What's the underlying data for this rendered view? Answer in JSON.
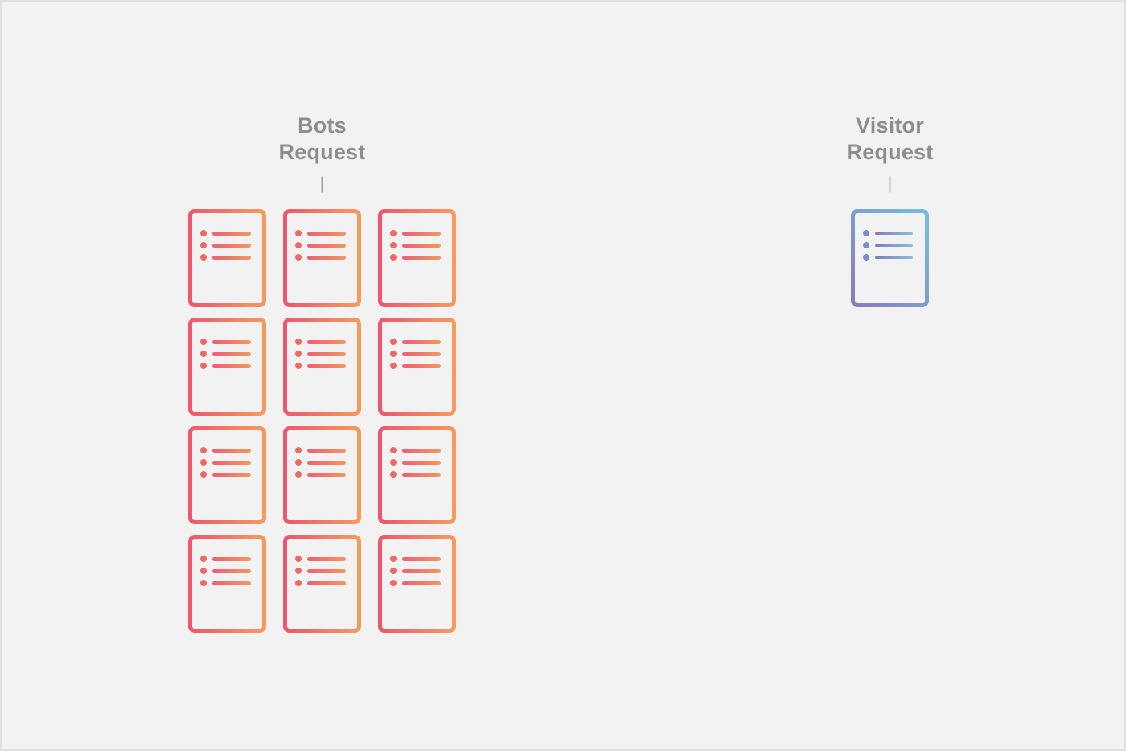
{
  "page": {
    "background": "#f2f2f2",
    "frame_border": "#e0e0e0",
    "title_color": "#8d8d8d",
    "connector_color": "#9a9a9a"
  },
  "bots_section": {
    "title_line1": "Bots",
    "title_line2": "Request",
    "connector_glyph": "|",
    "document_count": 12,
    "grid_columns": 3,
    "grid_rows": 4,
    "list_rows_per_document": 3,
    "colors": {
      "border_start": "#ec5670",
      "border_end": "#f59c5c",
      "bullet": "#ee6a61",
      "line_start": "#ed5f74",
      "line_end": "#f4975f"
    }
  },
  "visitor_section": {
    "title_line1": "Visitor",
    "title_line2": "Request",
    "connector_glyph": "|",
    "document_count": 1,
    "grid_columns": 1,
    "grid_rows": 1,
    "list_rows_per_document": 3,
    "colors": {
      "border_start": "#8a79bd",
      "border_end": "#74c0e2",
      "bullet": "#7a8ccd",
      "line_start": "#8478bd",
      "line_end": "#83c2e1"
    }
  }
}
